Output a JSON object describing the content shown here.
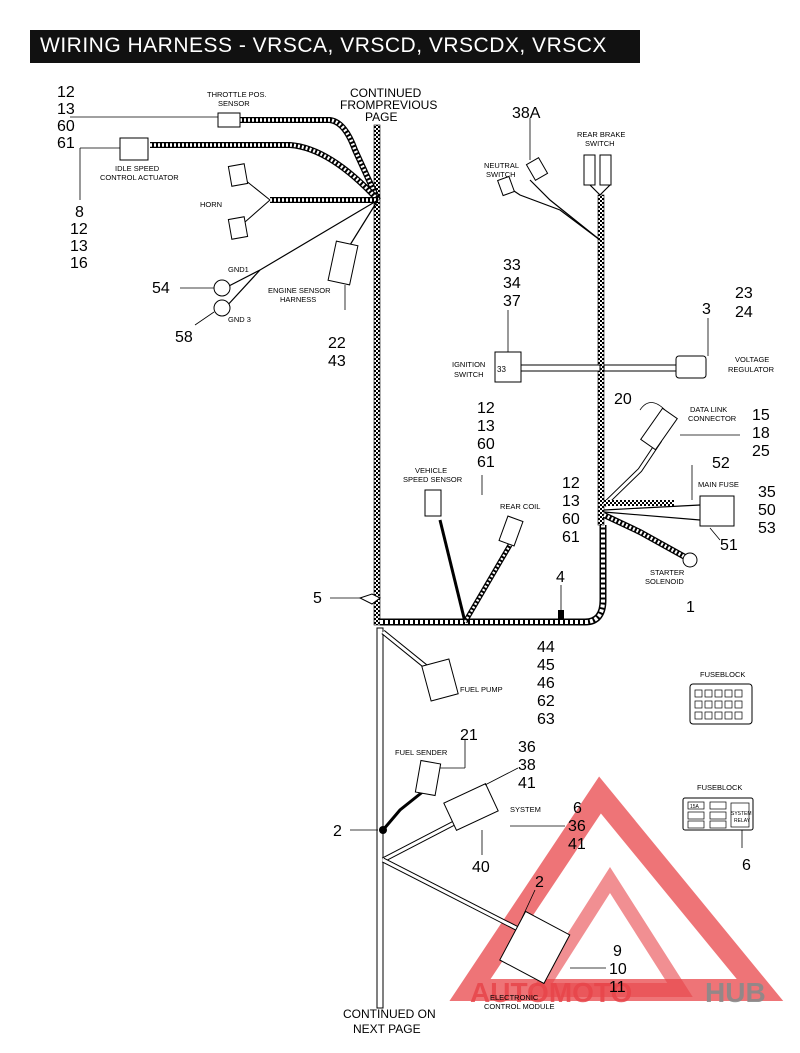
{
  "title": "WIRING HARNESS - VRSCA, VRSCD, VRSCDX, VRSCX",
  "continued_from": [
    "CONTINUED",
    "FROMPREVIOUS",
    "PAGE"
  ],
  "continued_on": [
    "CONTINUED ON",
    "NEXT PAGE"
  ],
  "labels": {
    "throttle": [
      "THROTTLE POS.",
      "SENSOR"
    ],
    "idle": [
      "IDLE SPEED",
      "CONTROL ACTUATOR"
    ],
    "horn": "HORN",
    "gnd1": "GND1",
    "gnd3": "GND 3",
    "engine_sensor": [
      "ENGINE SENSOR",
      "HARNESS"
    ],
    "neutral": [
      "NEUTRAL",
      "SWITCH"
    ],
    "rear_brake": [
      "REAR BRAKE",
      "SWITCH"
    ],
    "ignition": [
      "IGNITION",
      "SWITCH"
    ],
    "ignition_tag": "33",
    "voltage_reg": [
      "VOLTAGE",
      "REGULATOR"
    ],
    "data_link": [
      "DATA LINK",
      "CONNECTOR"
    ],
    "vehicle_speed": [
      "VEHICLE",
      "SPEED SENSOR"
    ],
    "rear_coil": "REAR COIL",
    "main_fuse": "MAIN FUSE",
    "starter": [
      "STARTER",
      "SOLENOID"
    ],
    "fuel_pump": "FUEL PUMP",
    "fuseblock1": "FUSEBLOCK",
    "fuseblock2": "FUSEBLOCK",
    "fuel_sender": "FUEL SENDER",
    "system": "SYSTEM",
    "ecm": [
      "ELECTRONIC",
      "CONTROL MODULE"
    ],
    "system_relay": [
      "SYSTEM",
      "RELAY"
    ],
    "fuse_15a": "15A"
  },
  "callouts": {
    "throttle": [
      "12",
      "13",
      "60",
      "61"
    ],
    "idle": [
      "8",
      "12",
      "13",
      "16"
    ],
    "c54": "54",
    "c58": "58",
    "engine": [
      "22",
      "43"
    ],
    "c38a": "38A",
    "ignition": [
      "33",
      "34",
      "37"
    ],
    "c3": "3",
    "voltage": [
      "23",
      "24"
    ],
    "c20": "20",
    "datalink": [
      "15",
      "18",
      "25"
    ],
    "vss": [
      "12",
      "13",
      "60",
      "61"
    ],
    "coil": [
      "12",
      "13",
      "60",
      "61"
    ],
    "c52": "52",
    "mainfuse": [
      "35",
      "50",
      "53"
    ],
    "c51": "51",
    "c4": "4",
    "c5": "5",
    "c1": "1",
    "fuelpump": [
      "44",
      "45",
      "46",
      "62",
      "63"
    ],
    "c21": "21",
    "sys_up": [
      "36",
      "38",
      "41"
    ],
    "sys_right": [
      "6",
      "36",
      "41"
    ],
    "c2a": "2",
    "c40": "40",
    "c6": "6",
    "c2b": "2",
    "ecm": [
      "9",
      "10",
      "11"
    ]
  },
  "watermark": {
    "part1": "AUTOMOTO",
    "part2": "HUB"
  },
  "colors": {
    "wire": "#000000",
    "watermark_red": "#e8454a",
    "watermark_grey": "#8a8a8a",
    "title_bg": "#111111"
  }
}
